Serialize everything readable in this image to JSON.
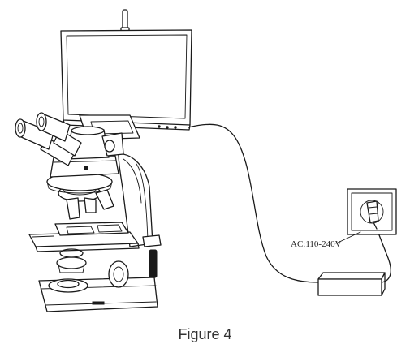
{
  "diagram": {
    "voltage_label": "AC:110-240V",
    "caption": "Figure 4"
  },
  "icons": {
    "microscope": "microscope-icon",
    "monitor": "monitor-icon",
    "antenna": "antenna-icon",
    "cable": "cable",
    "power_adapter": "power-adapter-icon",
    "wall_outlet": "wall-outlet-icon",
    "plug": "plug-icon"
  }
}
